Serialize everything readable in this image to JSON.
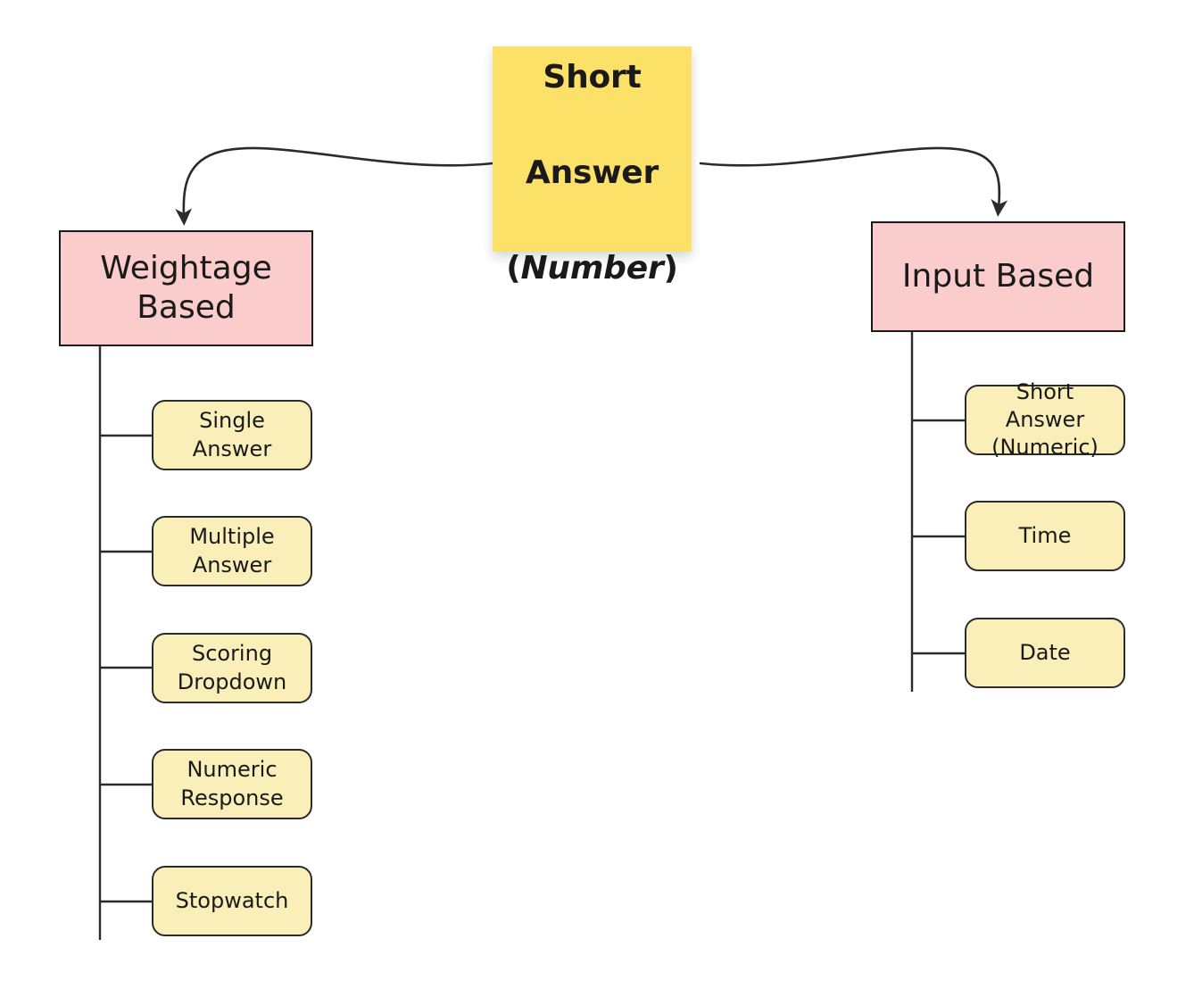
{
  "diagram": {
    "title": "Short Answer (Number) question type taxonomy",
    "colors": {
      "canvas_background": "#ffffff",
      "root_fill": "#FBE167",
      "category_fill": "#FACCCC",
      "leaf_fill": "#FAEFB9",
      "stroke": "#1a1a1a",
      "text": "#1a1a1a"
    },
    "root": {
      "line1": "Short",
      "line2": "Answer",
      "line3_prefix": "(",
      "line3_italic": "Number",
      "line3_suffix": ")"
    },
    "branches": [
      {
        "id": "weightage-based",
        "label": "Weightage\nBased",
        "children": [
          {
            "id": "single-answer",
            "label": "Single Answer"
          },
          {
            "id": "multiple-answer",
            "label": "Multiple\nAnswer"
          },
          {
            "id": "scoring-dropdown",
            "label": "Scoring\nDropdown"
          },
          {
            "id": "numeric-response",
            "label": "Numeric\nResponse"
          },
          {
            "id": "stopwatch",
            "label": "Stopwatch"
          }
        ]
      },
      {
        "id": "input-based",
        "label": "Input Based",
        "children": [
          {
            "id": "short-answer-numeric",
            "label": "Short Answer\n(Numeric)"
          },
          {
            "id": "time",
            "label": "Time"
          },
          {
            "id": "date",
            "label": "Date"
          }
        ]
      }
    ]
  }
}
